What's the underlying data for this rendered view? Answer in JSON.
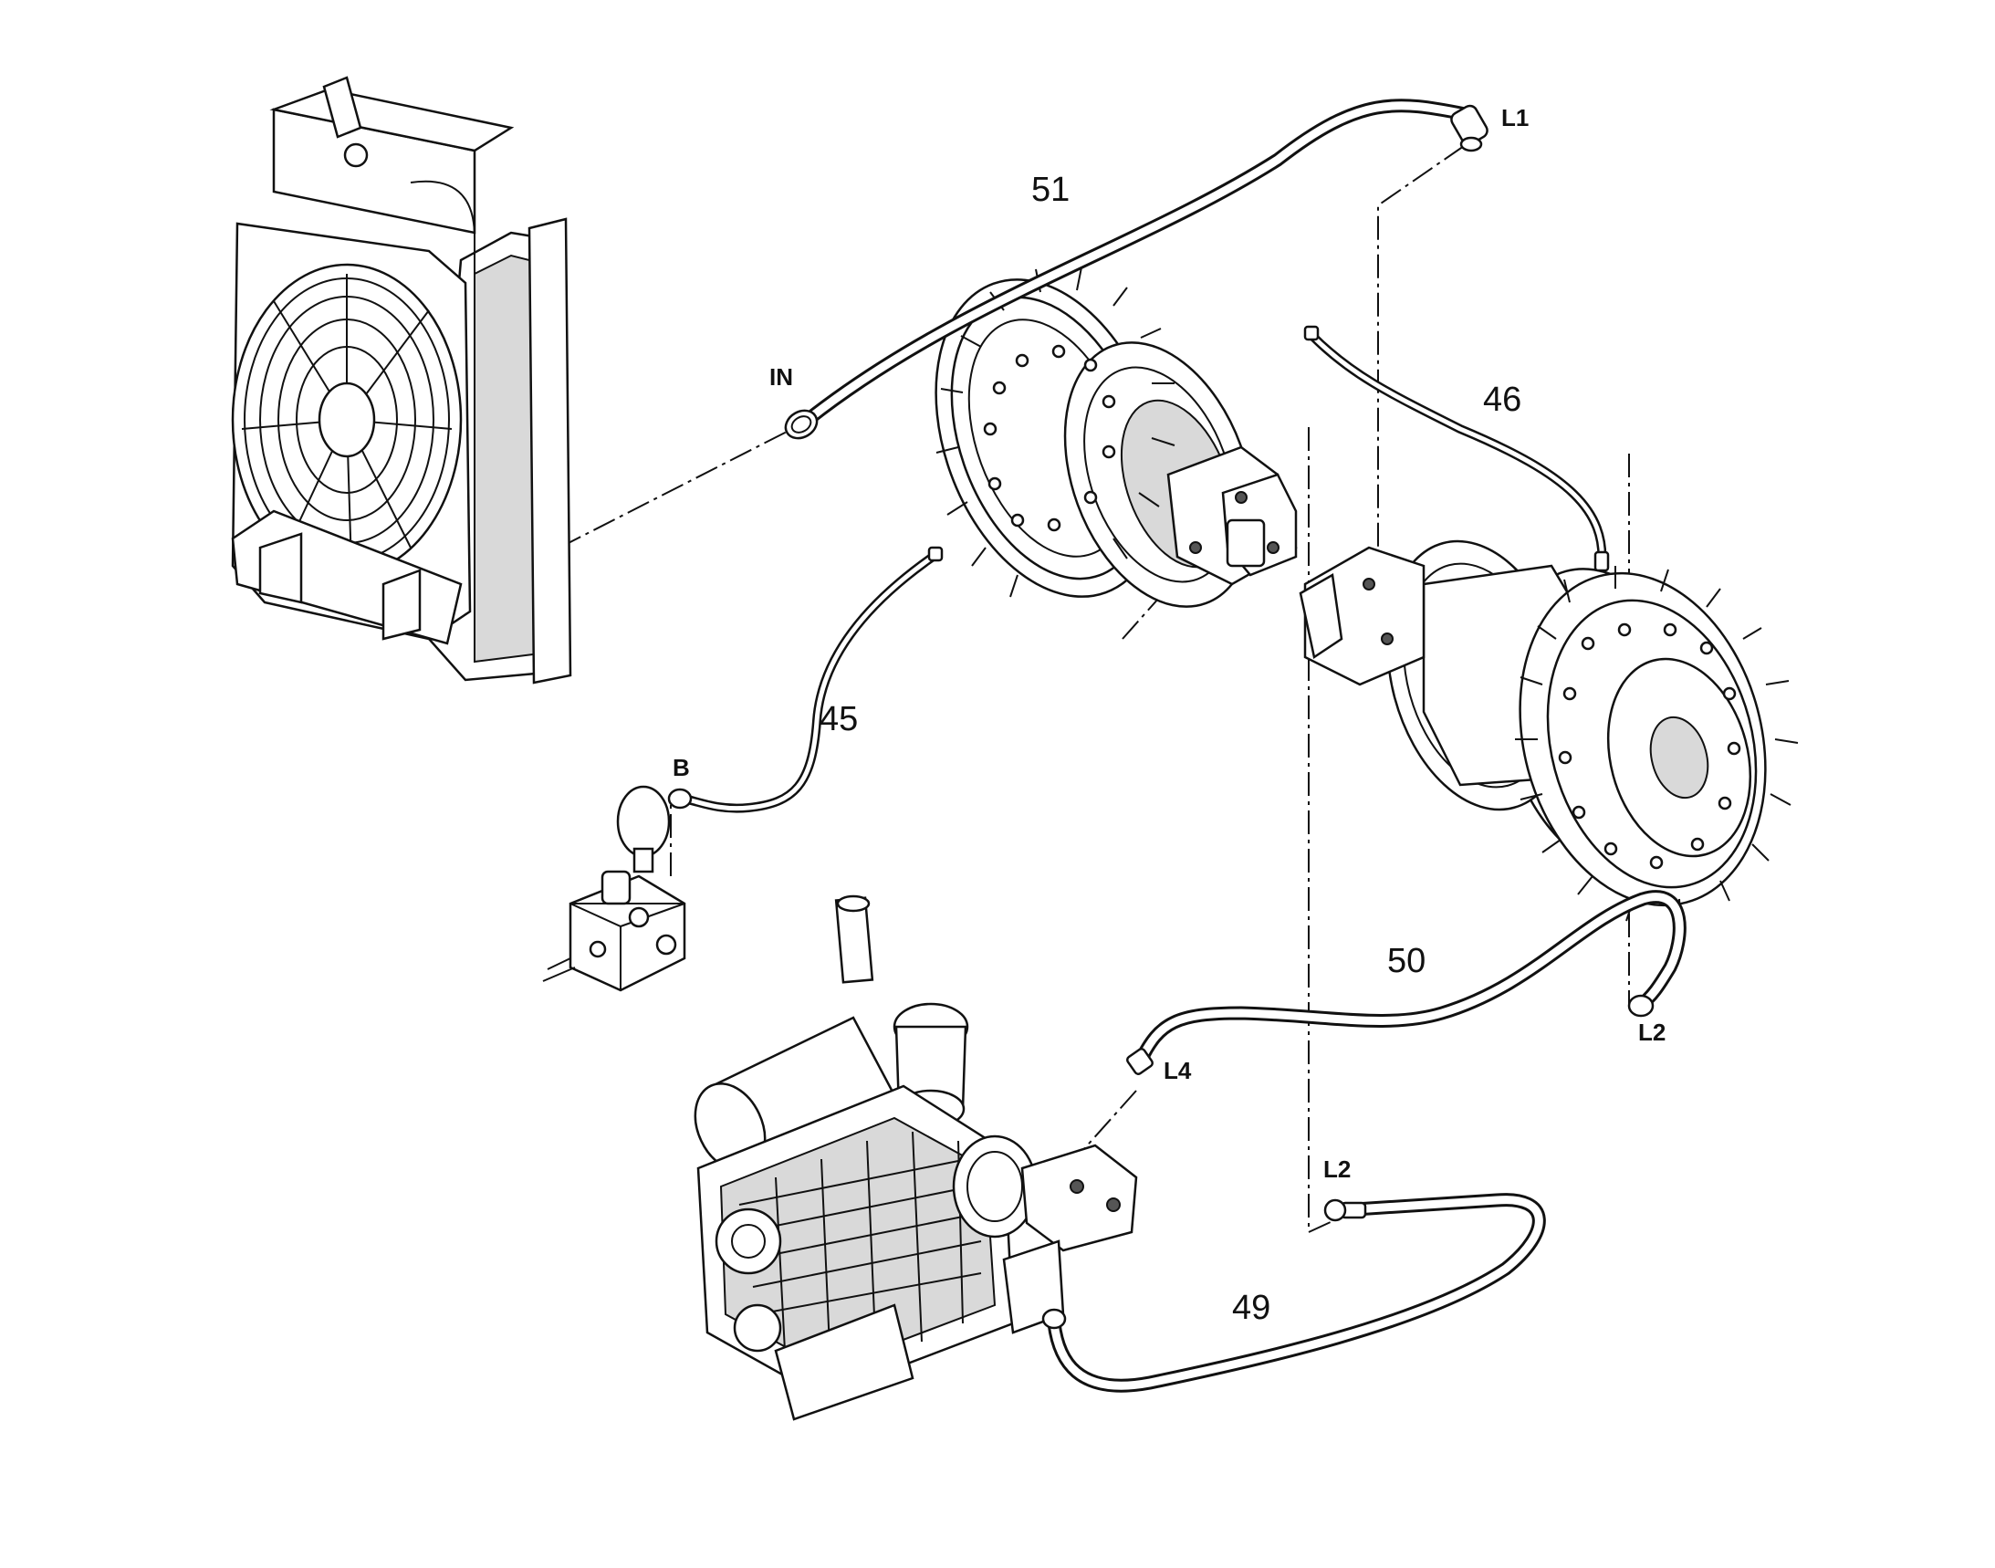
{
  "labels": {
    "hose_51": "51",
    "hose_46": "46",
    "hose_45": "45",
    "hose_50": "50",
    "hose_49": "49",
    "port_l1": "L1",
    "port_in": "IN",
    "port_b": "B",
    "port_l4": "L4",
    "port_l2_right": "L2",
    "port_l2_lower": "L2"
  },
  "icons": {
    "radiator": "radiator-fan-assembly",
    "left_drive": "left-travel-drive-sprocket",
    "right_drive": "right-travel-drive-sprocket",
    "valve": "accumulator-valve-block",
    "engine": "engine-pump-assembly"
  }
}
